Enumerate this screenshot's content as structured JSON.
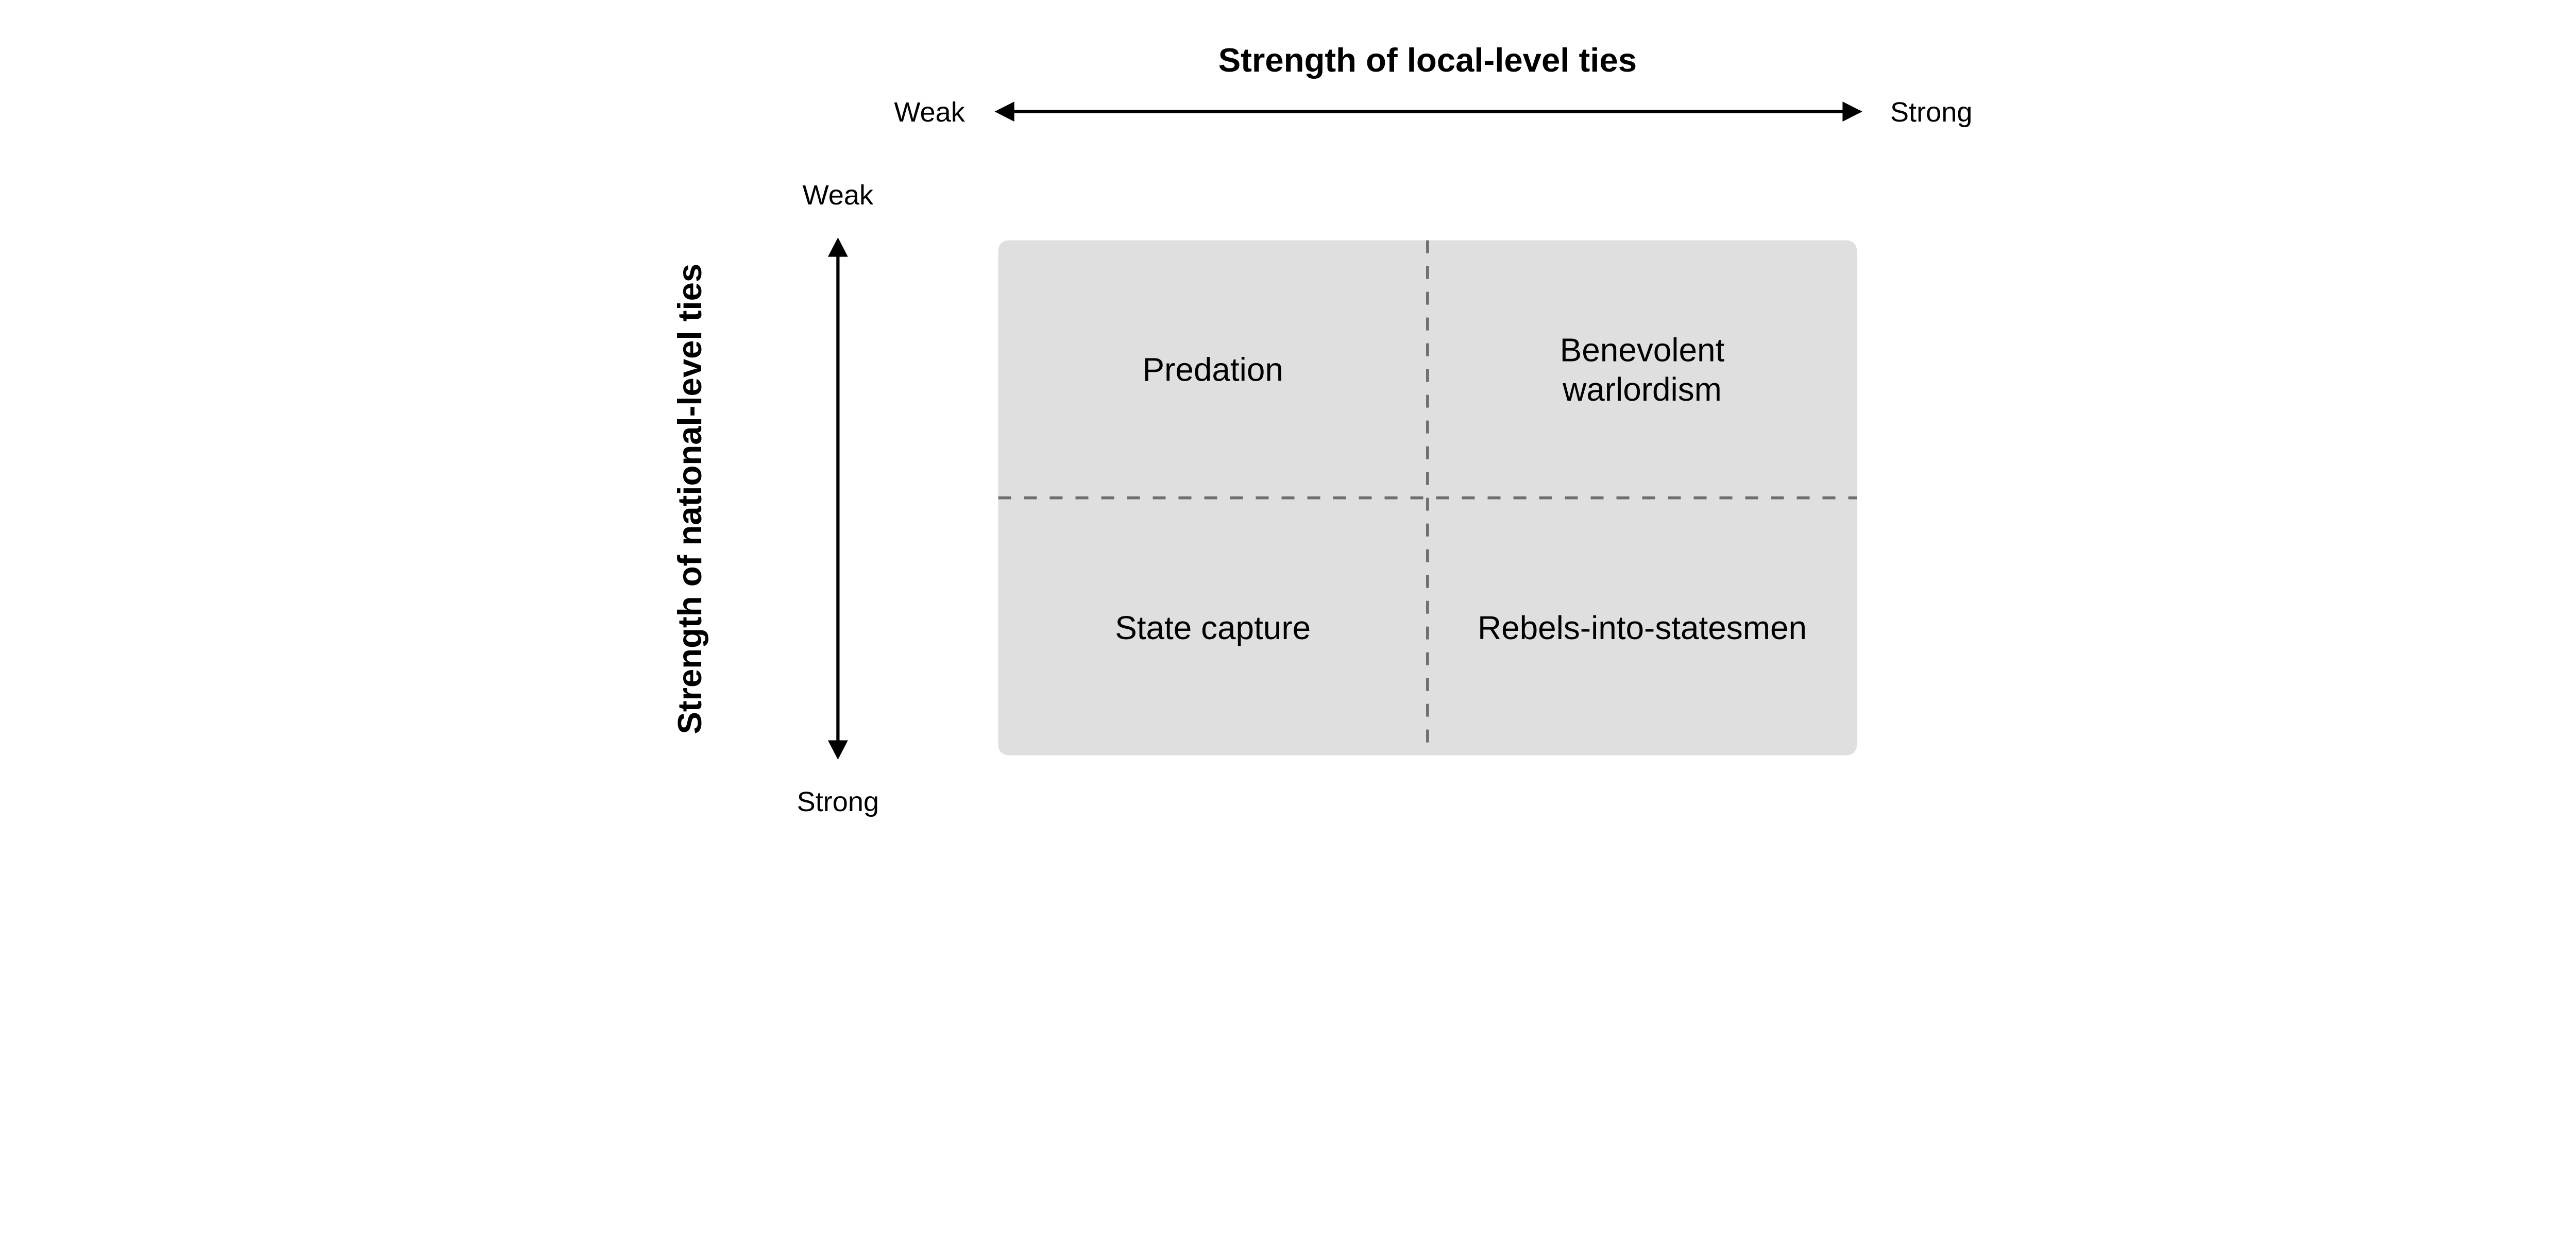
{
  "horizontal_axis": {
    "title": "Strength of local-level ties",
    "left_label": "Weak",
    "right_label": "Strong"
  },
  "vertical_axis": {
    "title": "Strength of national-level ties",
    "top_label": "Weak",
    "bottom_label": "Strong"
  },
  "quadrants": {
    "top_left": {
      "lines": [
        "Predation"
      ]
    },
    "top_right": {
      "lines": [
        "Benevolent",
        "warlordism"
      ]
    },
    "bottom_left": {
      "lines": [
        "State capture"
      ]
    },
    "bottom_right": {
      "lines": [
        "Rebels-into-statesmen"
      ]
    }
  },
  "colors": {
    "quadrant_fill": "#dfdfdf",
    "divider": "#6e6e6e",
    "arrow": "#000000"
  }
}
